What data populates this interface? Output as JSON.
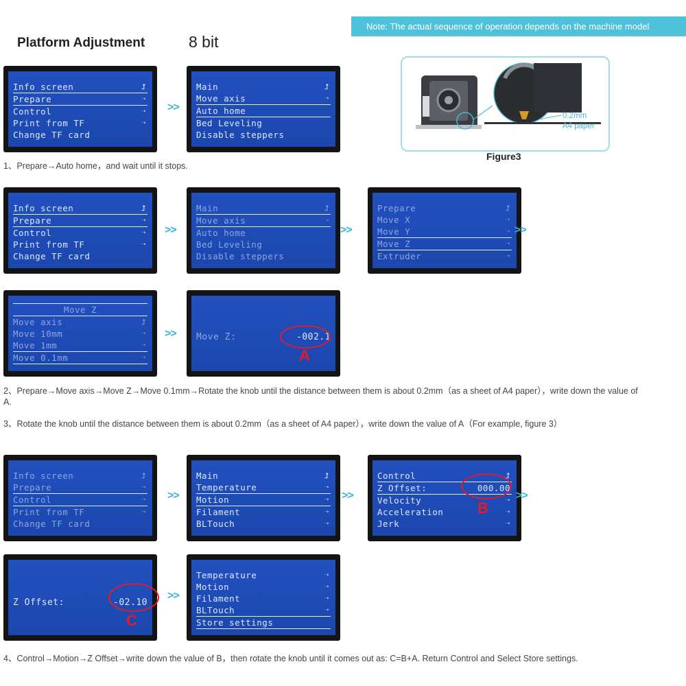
{
  "note": "Note: The actual sequence of operation depends on the machine model",
  "title": "Platform Adjustment",
  "bits": "8 bit",
  "figure": {
    "caption": "Figure3",
    "label_gap": "0.2mm",
    "label_paper": "A4 paper"
  },
  "arrow": ">>",
  "menus": {
    "m1": [
      {
        "t": "Info screen",
        "a": "⮥",
        "dim": false,
        "sel": false
      },
      {
        "t": "Prepare",
        "a": "➝",
        "dim": false,
        "sel": true
      },
      {
        "t": "Control",
        "a": "➝",
        "dim": false,
        "sel": false
      },
      {
        "t": "Print from TF",
        "a": "➝",
        "dim": false,
        "sel": false
      },
      {
        "t": "Change TF card",
        "a": "",
        "dim": false,
        "sel": false
      }
    ],
    "m2": [
      {
        "t": "Main",
        "a": "⮥",
        "dim": false,
        "sel": false
      },
      {
        "t": "Move axis",
        "a": "➝",
        "dim": false,
        "sel": false
      },
      {
        "t": "Auto home",
        "a": "",
        "dim": false,
        "sel": true
      },
      {
        "t": "Bed Leveling",
        "a": "",
        "dim": false,
        "sel": false
      },
      {
        "t": "Disable steppers",
        "a": "",
        "dim": false,
        "sel": false
      }
    ],
    "m3": [
      {
        "t": "Info screen",
        "a": "⮥",
        "dim": false,
        "sel": false
      },
      {
        "t": "Prepare",
        "a": "➝",
        "dim": false,
        "sel": true
      },
      {
        "t": "Control",
        "a": "➝",
        "dim": false,
        "sel": false
      },
      {
        "t": "Print from TF",
        "a": "➝",
        "dim": false,
        "sel": false
      },
      {
        "t": "Change TF card",
        "a": "",
        "dim": false,
        "sel": false
      }
    ],
    "m4": [
      {
        "t": "Main",
        "a": "⮥",
        "dim": true,
        "sel": false
      },
      {
        "t": "Move axis",
        "a": "➝",
        "dim": true,
        "sel": true
      },
      {
        "t": "Auto home",
        "a": "",
        "dim": true,
        "sel": false
      },
      {
        "t": "Bed Leveling",
        "a": "",
        "dim": true,
        "sel": false
      },
      {
        "t": "Disable steppers",
        "a": "",
        "dim": true,
        "sel": false
      }
    ],
    "m5": [
      {
        "t": "Prepare",
        "a": "⮥",
        "dim": true,
        "sel": false
      },
      {
        "t": "Move X",
        "a": "➝",
        "dim": true,
        "sel": false
      },
      {
        "t": "Move Y",
        "a": "➝",
        "dim": true,
        "sel": false
      },
      {
        "t": "Move Z",
        "a": "➝",
        "dim": true,
        "sel": true
      },
      {
        "t": "Extruder",
        "a": "➝",
        "dim": true,
        "sel": false
      }
    ],
    "m6_header": "Move Z",
    "m6": [
      {
        "t": "Move axis",
        "a": "⮥",
        "dim": true,
        "sel": false
      },
      {
        "t": "Move 10mm",
        "a": "➝",
        "dim": true,
        "sel": false
      },
      {
        "t": "Move 1mm",
        "a": "➝",
        "dim": true,
        "sel": false
      },
      {
        "t": "Move 0.1mm",
        "a": "➝",
        "dim": true,
        "sel": true
      }
    ],
    "m8": [
      {
        "t": "Info screen",
        "a": "⮥",
        "dim": true,
        "sel": false
      },
      {
        "t": "Prepare",
        "a": "➝",
        "dim": true,
        "sel": false
      },
      {
        "t": "Control",
        "a": "➝",
        "dim": true,
        "sel": true
      },
      {
        "t": "Print from TF",
        "a": "➝",
        "dim": true,
        "sel": false
      },
      {
        "t": "Change TF card",
        "a": "",
        "dim": true,
        "sel": false
      }
    ],
    "m9": [
      {
        "t": "Main",
        "a": "⮥",
        "dim": false,
        "sel": false
      },
      {
        "t": "Temperature",
        "a": "➝",
        "dim": false,
        "sel": false
      },
      {
        "t": "Motion",
        "a": "➝",
        "dim": false,
        "sel": true
      },
      {
        "t": "Filament",
        "a": "➝",
        "dim": false,
        "sel": false
      },
      {
        "t": "BLTouch",
        "a": "➝",
        "dim": false,
        "sel": false
      }
    ],
    "m10": [
      {
        "t": "Control",
        "a": "⮥",
        "dim": false,
        "sel": false
      },
      {
        "t": "Z Offset:",
        "a": "",
        "v": "000.00",
        "dim": false,
        "sel": true
      },
      {
        "t": "Velocity",
        "a": "➝",
        "dim": false,
        "sel": false
      },
      {
        "t": "Acceleration",
        "a": "➝",
        "dim": false,
        "sel": false
      },
      {
        "t": "Jerk",
        "a": "➝",
        "dim": false,
        "sel": false
      }
    ],
    "m12": [
      {
        "t": "Temperature",
        "a": "➝",
        "dim": false,
        "sel": false
      },
      {
        "t": "Motion",
        "a": "➝",
        "dim": false,
        "sel": false
      },
      {
        "t": "Filament",
        "a": "➝",
        "dim": false,
        "sel": false
      },
      {
        "t": "BLTouch",
        "a": "➝",
        "dim": false,
        "sel": false
      },
      {
        "t": "Store settings",
        "a": "",
        "dim": false,
        "sel": true
      }
    ]
  },
  "movez": {
    "label": "Move Z:",
    "value": "-002.1"
  },
  "zoffset": {
    "label": "Z Offset:",
    "value": "-02.10"
  },
  "markers": {
    "a": "A",
    "b": "B",
    "c": "C"
  },
  "steps": {
    "s1": "1、Prepare→Auto home，and wait until it stops.",
    "s2": "2、Prepare→Move axis→Move Z→Move 0.1mm→Rotate the knob until the distance between them is  about 0.2mm（as a sheet of A4 paper），write down the value of A.",
    "s3": "3、Rotate the knob until the distance between them is  about 0.2mm（as a sheet of A4 paper），write down the value of A（For example, figure 3）",
    "s4": "4、Control→Motion→Z Offset→write down the value of B，then rotate the knob until it comes out as: C=B+A. Return Control and Select Store settings."
  }
}
